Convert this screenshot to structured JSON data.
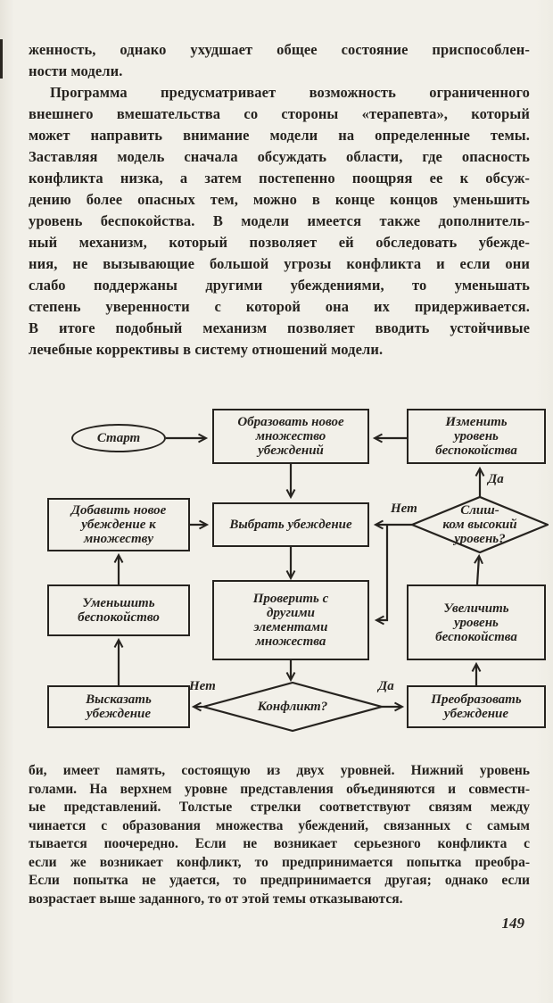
{
  "page": {
    "number": "149"
  },
  "colors": {
    "paper": "#f2f0e9",
    "ink": "#26231f"
  },
  "body": {
    "paragraph1_lines": [
      "женность, однако ухудшает общее состояние приспособлен-",
      "ности модели."
    ],
    "paragraph2_lines": [
      "Программа предусматривает возможность ограниченного",
      "внешнего вмешательства со стороны «терапевта», который",
      "может направить внимание модели на определенные темы.",
      "Заставляя модель сначала обсуждать области, где опасность",
      "конфликта низка, а затем постепенно поощряя ее к обсуж-",
      "дению более опасных тем, можно в конце концов уменьшить",
      "уровень беспокойства. В модели имеется также дополнитель-",
      "ный механизм, который позволяет ей обследовать убежде-",
      "ния, не вызывающие большой угрозы конфликта и если они",
      "слабо поддержаны другими убеждениями, то уменьшать",
      "степень уверенности с которой она их придерживается.",
      "В итоге подобный механизм позволяет вводить устойчивые",
      "лечебные коррективы в систему отношений модели."
    ]
  },
  "flowchart": {
    "nodes": {
      "start": {
        "lines": [
          "Старт"
        ]
      },
      "form_set": {
        "lines": [
          "Образовать новое",
          "множество",
          "убеждений"
        ]
      },
      "change_level": {
        "lines": [
          "Изменить",
          "уровень",
          "беспокойства"
        ]
      },
      "add_belief": {
        "lines": [
          "Добавить новое",
          "убеждение к",
          "множеству"
        ]
      },
      "select_belief": {
        "lines": [
          "Выбрать убеждение"
        ]
      },
      "too_high": {
        "lines": [
          "Слиш-",
          "ком высокий",
          "уровень?"
        ]
      },
      "decrease": {
        "lines": [
          "Уменьшить",
          "беспокойство"
        ]
      },
      "check": {
        "lines": [
          "Проверить с",
          "другими",
          "элементами",
          "множества"
        ]
      },
      "increase": {
        "lines": [
          "Увеличить",
          "уровень",
          "беспокойства"
        ]
      },
      "express": {
        "lines": [
          "Высказать",
          "убеждение"
        ]
      },
      "conflict": {
        "lines": [
          "Конфликт?"
        ]
      },
      "transform": {
        "lines": [
          "Преобразовать",
          "убеждение"
        ]
      }
    },
    "edge_labels": {
      "yes_top": "Да",
      "no_mid": "Нет",
      "no_bottom": "Нет",
      "yes_bottom": "Да"
    }
  },
  "caption": {
    "lines": [
      "би, имеет память, состоящую из двух уровней. Нижний уровень",
      "голами. На верхнем уровне представления объединяются и совместн-",
      "ые представлений. Толстые стрелки соответствуют связям между",
      "чинается с образования множества убеждений, связанных с самым",
      "тывается поочередно. Если не возникает серьезного конфликта с",
      "если же возникает конфликт, то предпринимается попытка преобра-",
      "Если попытка не удается, то предпринимается другая; однако если",
      "возрастает выше заданного, то от этой темы отказываются."
    ]
  }
}
